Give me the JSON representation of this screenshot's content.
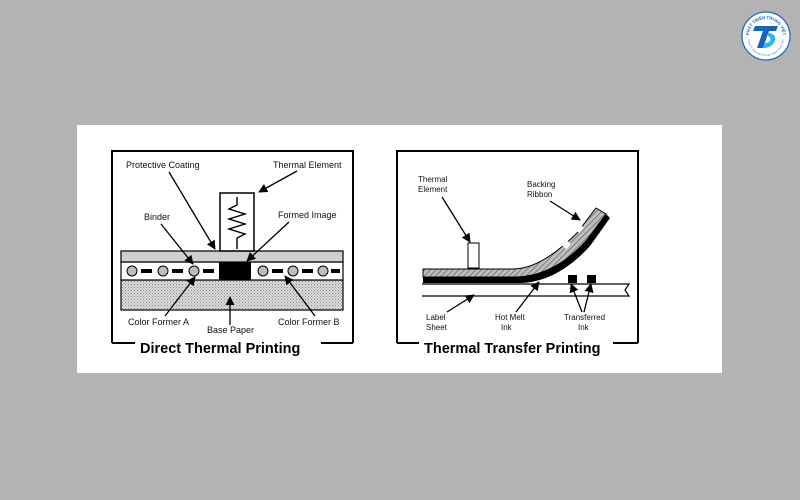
{
  "logo": {
    "icon": "brand-logo-icon",
    "text_top": "PHÁT TRIỂN TRUNG VIỆT",
    "text_bottom": "CÔNG TY TNHH ĐẦU TƯ PHÁT TRIỂN TRUNG VIỆT",
    "colors": {
      "primary": "#1565c0",
      "accent": "#29b6f6"
    }
  },
  "direct_thermal": {
    "title": "Direct Thermal Printing",
    "labels": {
      "protective_coating": "Protective Coating",
      "thermal_element": "Thermal Element",
      "binder": "Binder",
      "formed_image": "Formed Image",
      "color_former_a": "Color Former A",
      "base_paper": "Base Paper",
      "color_former_b": "Color Former B"
    }
  },
  "thermal_transfer": {
    "title": "Thermal Transfer Printing",
    "labels": {
      "thermal_element": [
        "Thermal",
        "Element"
      ],
      "backing_ribbon": [
        "Backing",
        "Ribbon"
      ],
      "label_sheet": [
        "Label",
        "Sheet"
      ],
      "hot_melt_ink": [
        "Hot Melt",
        "Ink"
      ],
      "transferred_ink": [
        "Transferred",
        "Ink"
      ]
    }
  },
  "colors": {
    "page_background": "#b3b3b3",
    "figure_background": "#ffffff",
    "coating_gray": "#cfcfcf",
    "line": "#000000"
  }
}
